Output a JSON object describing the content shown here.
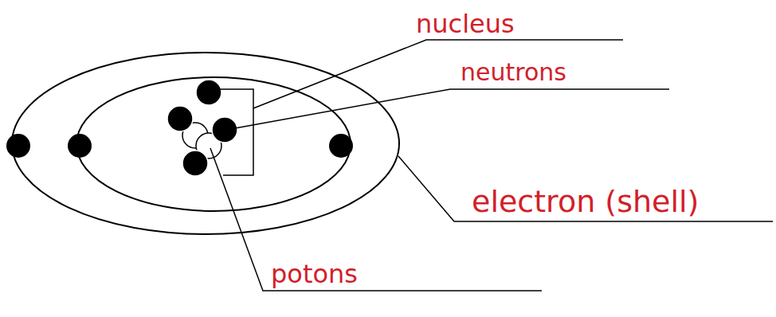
{
  "diagram": {
    "labels": [
      "nucleus",
      "neutrons",
      "electron (shell)",
      "potons"
    ]
  }
}
